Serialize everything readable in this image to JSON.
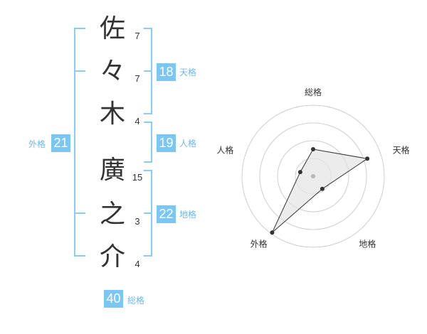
{
  "name": {
    "characters": [
      {
        "char": "佐",
        "strokes": "7"
      },
      {
        "char": "々",
        "strokes": "7"
      },
      {
        "char": "木",
        "strokes": "4"
      },
      {
        "char": "廣",
        "strokes": "15"
      },
      {
        "char": "之",
        "strokes": "3"
      },
      {
        "char": "介",
        "strokes": "4"
      }
    ]
  },
  "kaku": {
    "tenkaku": {
      "label": "天格",
      "value": "18"
    },
    "jinkaku": {
      "label": "人格",
      "value": "19"
    },
    "chikaku": {
      "label": "地格",
      "value": "22"
    },
    "gaikaku": {
      "label": "外格",
      "value": "21"
    },
    "soukaku": {
      "label": "総格",
      "value": "40"
    }
  },
  "colors": {
    "accent": "#7cc6f4",
    "bracket_line": "#8ccbf3",
    "label_text": "#6cb9e6",
    "glyph_text": "#333333",
    "ring": "#cfcfcf",
    "area_fill": "#e4e4e4",
    "chart_stroke": "#333333",
    "center_dot": "#b5b5b5"
  },
  "chart_data": {
    "type": "radar",
    "axes": [
      "総格",
      "天格",
      "地格",
      "外格",
      "人格"
    ],
    "values": [
      0.38,
      0.8,
      0.22,
      0.98,
      0.19
    ],
    "range": [
      0,
      1
    ],
    "grid": true,
    "grid_rings": 4
  }
}
